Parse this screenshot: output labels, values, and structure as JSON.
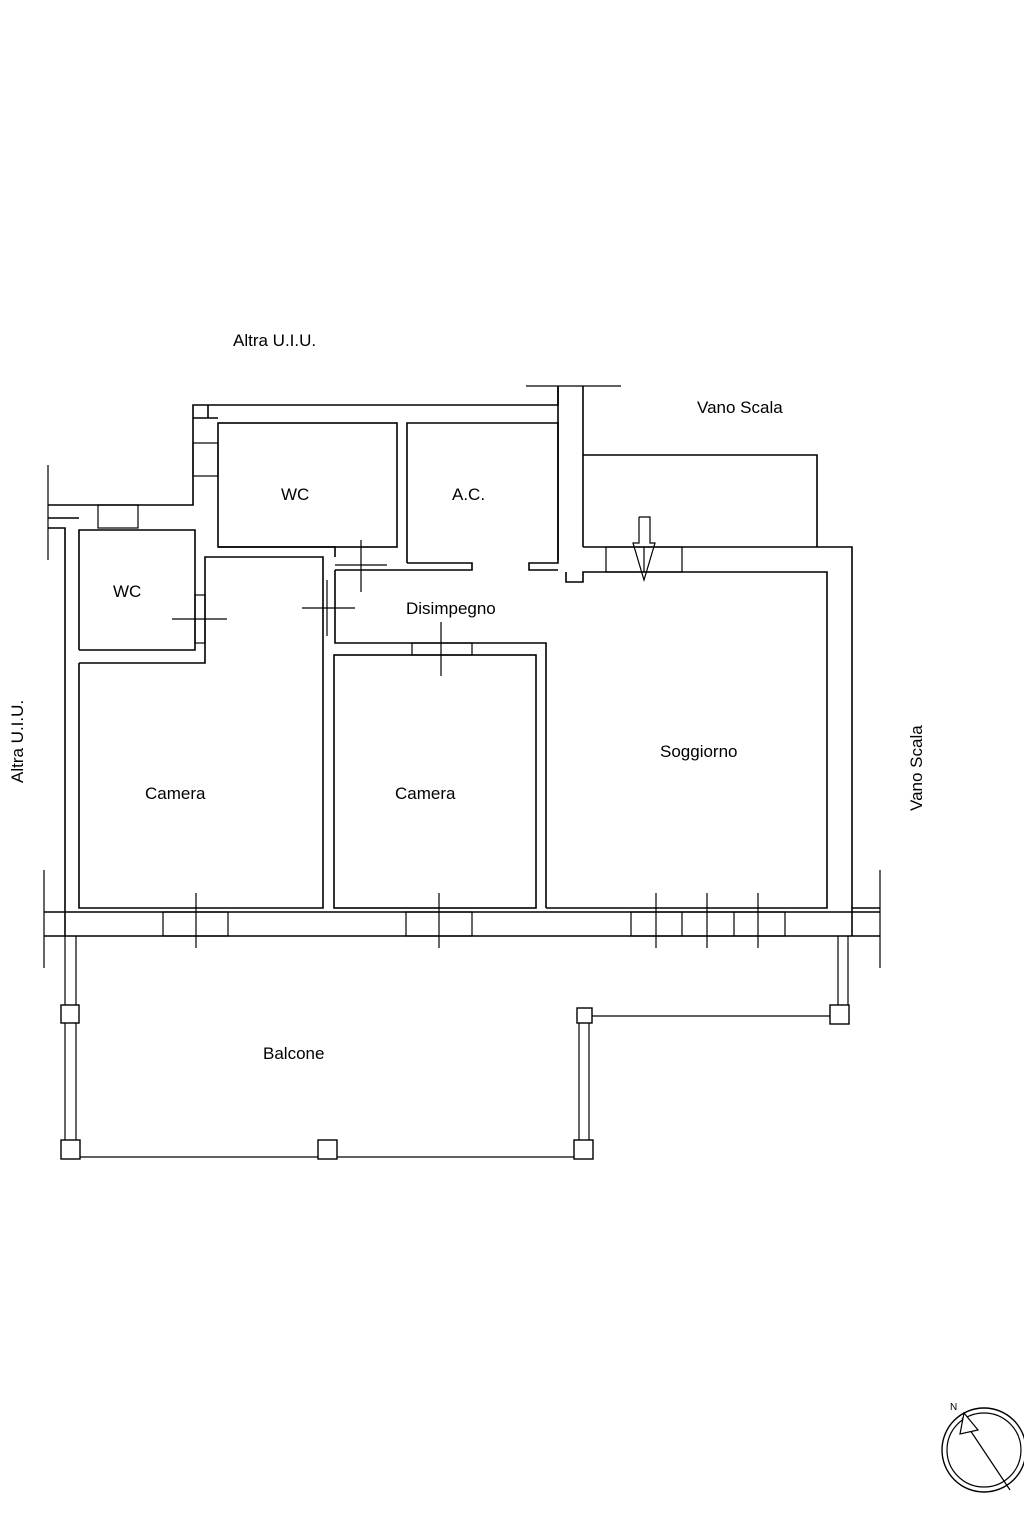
{
  "labels": {
    "altra_top": "Altra U.I.U.",
    "altra_left": "Altra U.I.U.",
    "vano_scala_top": "Vano Scala",
    "vano_scala_right": "Vano Scala",
    "wc_upper": "WC",
    "wc_lower": "WC",
    "ac": "A.C.",
    "disimpegno": "Disimpegno",
    "soggiorno": "Soggiorno",
    "camera_left": "Camera",
    "camera_mid": "Camera",
    "balcone": "Balcone"
  },
  "compass": {
    "letter": "N"
  }
}
